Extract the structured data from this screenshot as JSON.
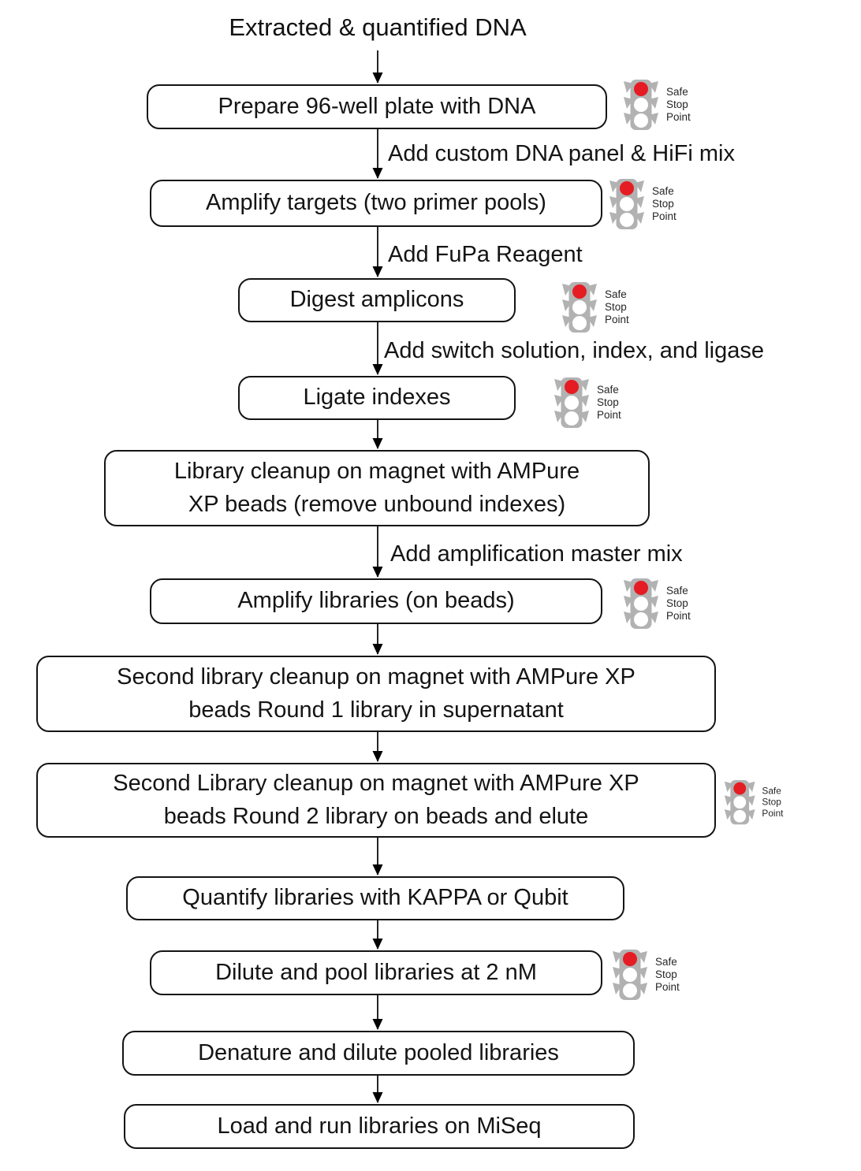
{
  "diagram": {
    "start_label": "Extracted & quantified DNA",
    "safe_stop_indicator": {
      "lines": [
        "Safe",
        "Stop",
        "Point"
      ],
      "active_light_color": "#e51c23",
      "body_color": "#b2b2b2"
    },
    "nodes": [
      {
        "id": "prepare-plate",
        "label": "Prepare 96-well plate with DNA",
        "safe_stop": true
      },
      {
        "id": "amplify-targets",
        "label": "Amplify targets (two primer pools)",
        "safe_stop": true
      },
      {
        "id": "digest-amplicons",
        "label": "Digest amplicons",
        "safe_stop": true
      },
      {
        "id": "ligate-indexes",
        "label": "Ligate indexes",
        "safe_stop": true
      },
      {
        "id": "library-cleanup",
        "label": "Library cleanup on magnet with AMPure\nXP beads (remove unbound indexes)",
        "safe_stop": false
      },
      {
        "id": "amplify-libraries",
        "label": "Amplify libraries (on beads)",
        "safe_stop": true
      },
      {
        "id": "second-cleanup-round1",
        "label": "Second library cleanup on magnet with AMPure XP\nbeads Round 1 library in supernatant",
        "safe_stop": false
      },
      {
        "id": "second-cleanup-round2",
        "label": "Second Library cleanup on magnet with AMPure XP\nbeads Round 2 library on beads and elute",
        "safe_stop": true
      },
      {
        "id": "quantify-libraries",
        "label": "Quantify libraries with KAPPA or Qubit",
        "safe_stop": false
      },
      {
        "id": "dilute-pool",
        "label": "Dilute and pool libraries at 2 nM",
        "safe_stop": true
      },
      {
        "id": "denature-dilute",
        "label": "Denature and dilute pooled libraries",
        "safe_stop": false
      },
      {
        "id": "load-run-miseq",
        "label": "Load and run libraries on MiSeq",
        "safe_stop": false
      }
    ],
    "edge_labels": [
      "Add custom DNA panel & HiFi mix",
      "Add FuPa Reagent",
      "Add switch solution, index, and ligase",
      "Add amplification master mix"
    ]
  }
}
